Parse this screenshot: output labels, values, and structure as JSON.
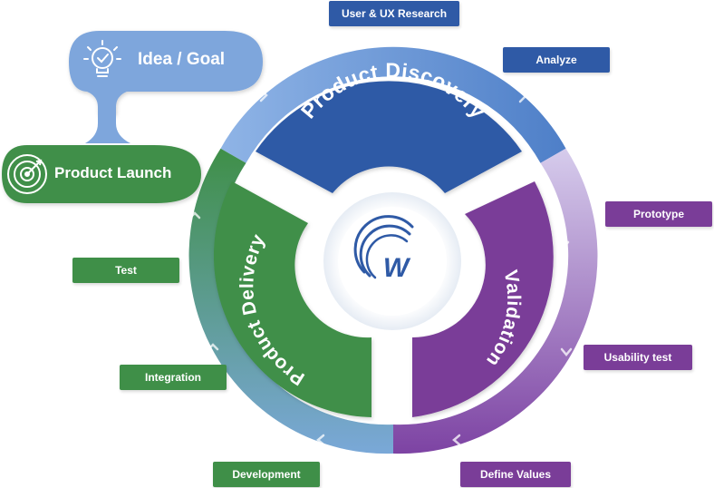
{
  "bubbles": {
    "idea": {
      "label": "Idea / Goal",
      "icon": "lightbulb-icon"
    },
    "launch": {
      "label": "Product Launch",
      "icon": "target-icon"
    }
  },
  "segments": {
    "discovery": "Product Discovery",
    "validation": "Validation",
    "delivery": "Product Delivery"
  },
  "steps": {
    "research": "User & UX Research",
    "analyze": "Analyze",
    "prototype": "Prototype",
    "usability": "Usability test",
    "define": "Define Values",
    "development": "Development",
    "integration": "Integration",
    "test": "Test"
  },
  "center": {
    "logo_text": "W"
  },
  "colors": {
    "blue": "#2f5aa6",
    "light_blue": "#7ea6dc",
    "purple": "#7a3d98",
    "light_purple": "#c9b6e0",
    "green": "#3f8f48",
    "teal": "#4f9b8c"
  }
}
